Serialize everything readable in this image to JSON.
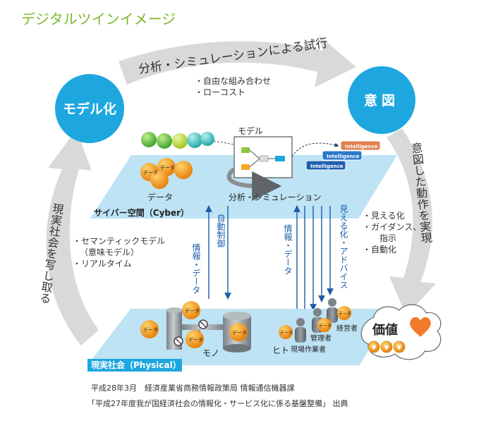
{
  "title": "デジタルツインイメージ",
  "top_arrow_label": "分析・シミュレーションによる試行",
  "top_bullets": [
    "・自由な組み合わせ",
    "・ローコスト"
  ],
  "circle_left": "モデル化",
  "circle_right": "意図",
  "left_arrow_label": "現実社会を写し取る",
  "right_arrow_label": "意図した動作を実現",
  "left_bullets": [
    "・セマンティックモデル",
    "（意味モデル）",
    "・リアルタイム"
  ],
  "right_bullets": [
    "・見える化",
    "・ガイダンス、",
    "指示",
    "・自動化"
  ],
  "cyber": {
    "title": "サイバー空間（Cyber）",
    "model_label": "モデル",
    "data_label": "データ",
    "analysis_label": "分析・シミュレーション",
    "intelligence_labels": [
      "Intelligence",
      "Intelligence",
      "Intelligence"
    ]
  },
  "physical": {
    "title": "現実社会（Physical）",
    "mono_label": "モノ",
    "hito_label": "ヒト",
    "roles": [
      "経営者",
      "管理者",
      "現場作業者"
    ]
  },
  "badge_label": "データ",
  "vertical_labels": {
    "auto_control": "自動制御",
    "info_data_left": "情報・データ",
    "info_data_right": "情報・データ",
    "visualize_advice": "見える化・アドバイス"
  },
  "value_label": "価値",
  "yen_symbol": "¥",
  "footer": [
    "平成28年3月　経済産業省商務情報政策局 情報通信機器課",
    "「平成27年度我が国経済社会の情報化・サービス化に係る基盤整備」 出典"
  ],
  "colors": {
    "title_green": "#7ab929",
    "circle_blue": "#1ea7df",
    "gray_arrow": "#d7d9db",
    "plane_blue": "#bde3f5",
    "label_blue": "#00a0e9",
    "vertical_text": "#1b5da6",
    "orange": "#f39c1a",
    "heart": "#f07a2a"
  }
}
